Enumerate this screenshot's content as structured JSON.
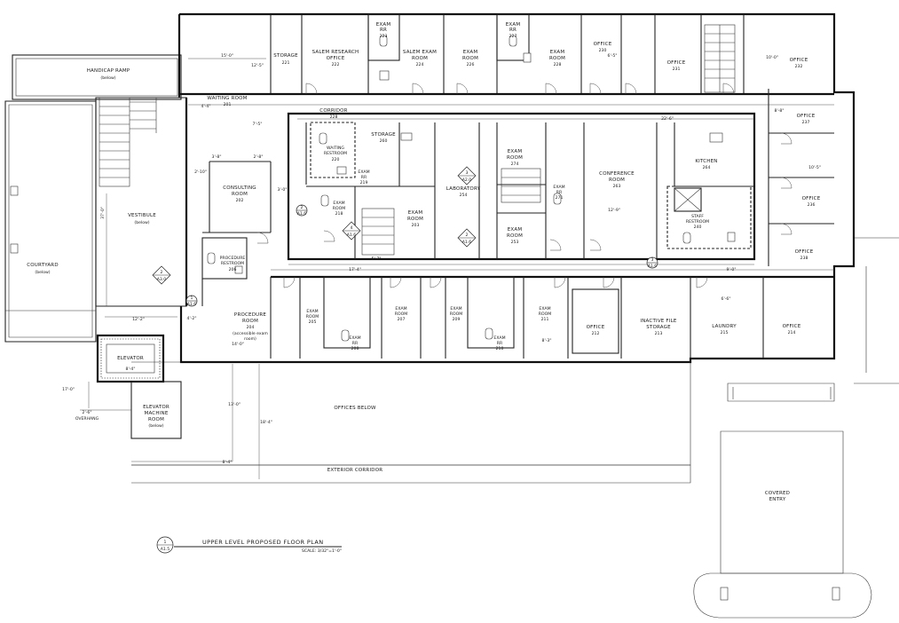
{
  "plan": {
    "title": "UPPER LEVEL PROPOSED FLOOR PLAN",
    "scale_note": "SCALE: 3/32\"=1'-0\"",
    "title_tag": {
      "top": "1",
      "bottom": "A1.5"
    }
  },
  "areas": {
    "handicap_ramp": {
      "name": "HANDICAP RAMP",
      "sub": "(below)"
    },
    "courtyard": {
      "name": "COURTYARD",
      "sub": "(below)"
    },
    "vestibule": {
      "name": "VESTIBULE",
      "sub": "(below)"
    },
    "elevator": {
      "name": "ELEVATOR",
      "dim": "8'-4\""
    },
    "elevator_machine": {
      "line1": "ELEVATOR",
      "line2": "MACHINE",
      "line3": "ROOM",
      "sub": "(below)"
    },
    "offices_below": "OFFICES BELOW",
    "exterior_corridor": "EXTERIOR CORRIDOR",
    "covered_entry": {
      "line1": "COVERED",
      "line2": "ENTRY"
    }
  },
  "rooms": {
    "storage_221": {
      "name": "STORAGE",
      "num": "221"
    },
    "salem_research_office": {
      "line1": "SALEM RESEARCH",
      "line2": "OFFICE",
      "num": "222"
    },
    "exam_rr_top1": {
      "line1": "EXAM",
      "line2": "RR",
      "num": "223"
    },
    "salem_exam_room": {
      "line1": "SALEM EXAM",
      "line2": "ROOM",
      "num": "224"
    },
    "exam_room_226": {
      "line1": "EXAM",
      "line2": "ROOM",
      "num": "226"
    },
    "exam_rr_top2": {
      "line1": "EXAM",
      "line2": "RR",
      "num": "227"
    },
    "exam_room_228": {
      "line1": "EXAM",
      "line2": "ROOM",
      "num": "228"
    },
    "office_230": {
      "name": "OFFICE",
      "num": "230"
    },
    "office_231": {
      "name": "OFFICE",
      "num": "231"
    },
    "office_232": {
      "name": "OFFICE",
      "num": "232"
    },
    "waiting_room": {
      "name": "WAITING ROOM",
      "num": "201"
    },
    "corridor": {
      "name": "CORRIDOR",
      "num": "228"
    },
    "waiting_restroom": {
      "line1": "WAITING",
      "line2": "RESTROOM",
      "num": "220"
    },
    "storage_260": {
      "name": "STORAGE",
      "num": "260"
    },
    "exam_rr_219": {
      "line1": "EXAM",
      "line2": "RR",
      "num": "219"
    },
    "consulting_room": {
      "line1": "CONSULTING",
      "line2": "ROOM",
      "num": "202"
    },
    "exam_room_218": {
      "line1": "EXAM",
      "line2": "ROOM",
      "num": "218"
    },
    "exam_room_203": {
      "line1": "EXAM",
      "line2": "ROOM",
      "num": "203"
    },
    "laboratory": {
      "name": "LABORATORY",
      "num": "254"
    },
    "exam_room_274": {
      "line1": "EXAM",
      "line2": "ROOM",
      "num": "274"
    },
    "exam_rr_271": {
      "line1": "EXAM",
      "line2": "RR",
      "num": "271"
    },
    "exam_room_253": {
      "line1": "EXAM",
      "line2": "ROOM",
      "num": "253"
    },
    "conference_room": {
      "line1": "CONFERENCE",
      "line2": "ROOM",
      "num": "263"
    },
    "kitchen": {
      "name": "KITCHEN",
      "num": "264"
    },
    "staff_restroom": {
      "line1": "STAFF",
      "line2": "RESTROOM",
      "num": "240"
    },
    "office_right_1": {
      "name": "OFFICE",
      "num": "237"
    },
    "office_right_2": {
      "name": "OFFICE",
      "num": "236"
    },
    "office_right_3": {
      "name": "OFFICE",
      "num": "238"
    },
    "procedure_restroom": {
      "line1": "PROCEDURE",
      "line2": "RESTROOM",
      "num": "206"
    },
    "procedure_room": {
      "line1": "PROCEDURE",
      "line2": "ROOM",
      "num": "204",
      "sub1": "(accessible exam",
      "sub2": "room)"
    },
    "exam_room_205": {
      "line1": "EXAM",
      "line2": "ROOM",
      "num": "205"
    },
    "exam_rr_208": {
      "line1": "EXAM",
      "line2": "RR",
      "num": "208"
    },
    "exam_room_207": {
      "line1": "EXAM",
      "line2": "ROOM",
      "num": "207"
    },
    "exam_room_209": {
      "line1": "EXAM",
      "line2": "ROOM",
      "num": "209"
    },
    "exam_rr_210": {
      "line1": "EXAM",
      "line2": "RR",
      "num": "210"
    },
    "exam_room_211": {
      "line1": "EXAM",
      "line2": "ROOM",
      "num": "211"
    },
    "office_212": {
      "name": "OFFICE",
      "num": "212"
    },
    "inactive_file_storage": {
      "line1": "INACTIVE FILE",
      "line2": "STORAGE",
      "num": "213"
    },
    "laundry": {
      "name": "LAUNDRY",
      "num": "215"
    },
    "office_214": {
      "name": "OFFICE",
      "num": "214"
    }
  },
  "dimensions": {
    "d_15_0": "15'-0\"",
    "d_12_5": "12'-5\"",
    "d_2_10": "2'-10\"",
    "d_3_8": "3'-8\"",
    "d_4_4": "4'-4\"",
    "d_7_5": "7'-5\"",
    "d_2_8": "2'-8\"",
    "d_3_0": "3'-0\"",
    "d_37_0": "37'-0\"",
    "d_12_2": "12'-2\"",
    "d_4_2": "4'-2\"",
    "d_14_0": "14'-0\"",
    "d_17_4": "17'-4\"",
    "d_5_7": "5'-7\"",
    "d_9_0": "9'-0\"",
    "d_22_6": "22'-6\"",
    "d_13_0": "13'-0\"",
    "d_18_4": "18'-4\"",
    "d_8_4": "8'-4\"",
    "d_2_6": "2'-6\"",
    "d_overhang": "OVERHANG",
    "d_17_0": "17'-0\"",
    "d_6_5": "6'-5\"",
    "d_8_8": "8'-8\"",
    "d_10_5": "10'-5\"",
    "d_10_0": "10'-0\"",
    "d_12_9": "12'-9\"",
    "d_8_3": "8'-3\"",
    "d_6_6": "6'-6\""
  },
  "detail_tags": [
    {
      "top": "2",
      "bottom": "A3.0"
    },
    {
      "top": "1",
      "bottom": "A1.6"
    },
    {
      "top": "2",
      "bottom": "A1.6"
    },
    {
      "top": "3",
      "bottom": "A2.0"
    },
    {
      "top": "4",
      "bottom": "A1.6"
    },
    {
      "top": "2",
      "bottom": "A1.6"
    },
    {
      "top": "3",
      "bottom": "A1.6"
    }
  ],
  "colors": {
    "wall": "#111111",
    "paper": "#ffffff",
    "ink": "#1a1a1a"
  }
}
